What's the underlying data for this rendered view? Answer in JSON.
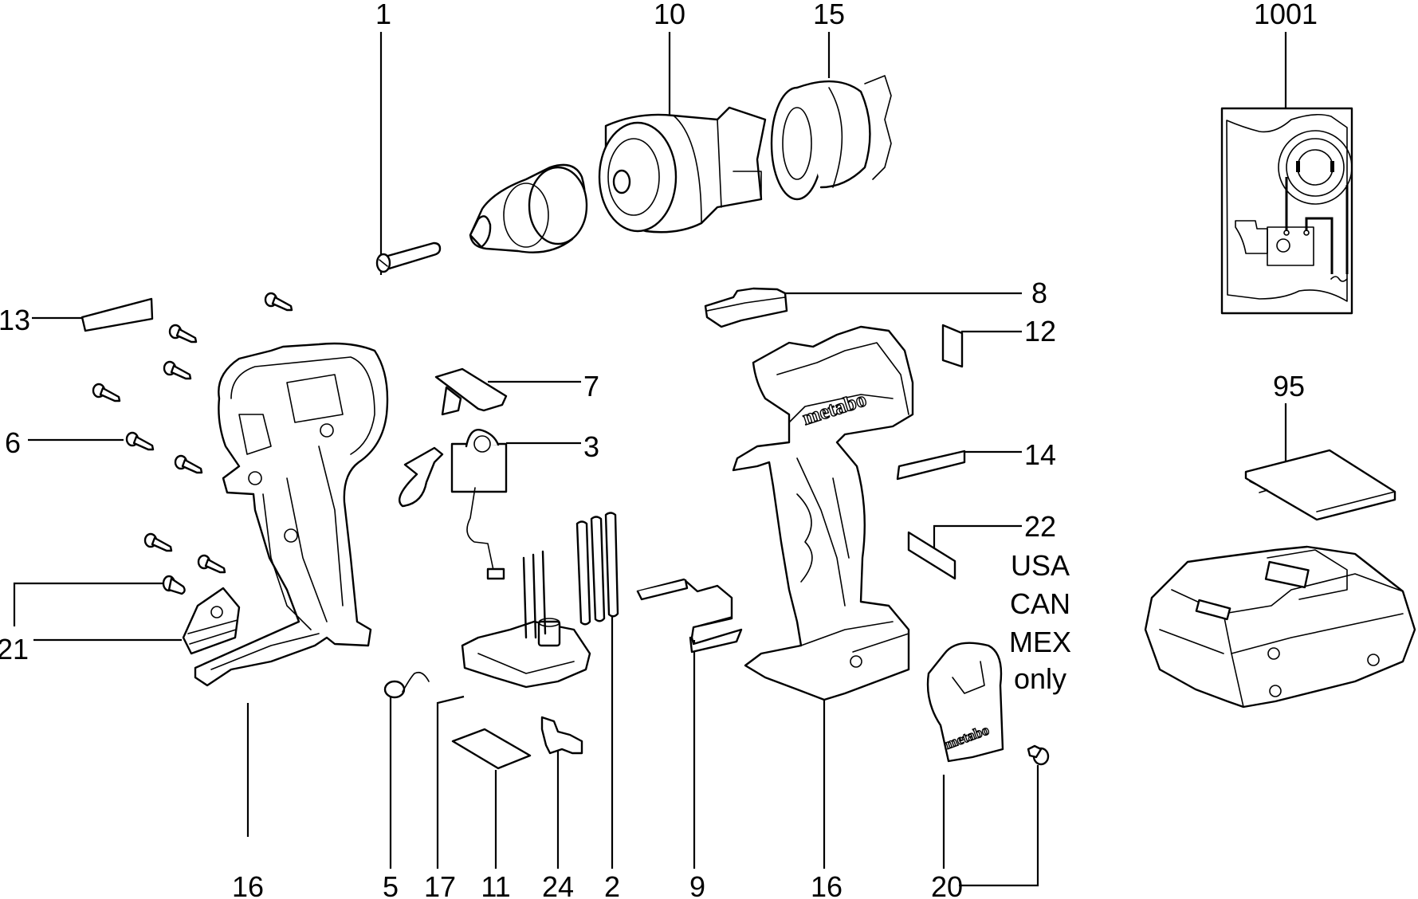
{
  "diagram": {
    "title": "Exploded parts diagram — cordless drill",
    "brand_text": "metabo",
    "region_note": [
      "USA",
      "CAN",
      "MEX",
      "only"
    ],
    "callouts": [
      {
        "id": "1",
        "part": "screw-pin"
      },
      {
        "id": "10",
        "part": "gearbox"
      },
      {
        "id": "15",
        "part": "motor"
      },
      {
        "id": "1001",
        "part": "wiring-diagram-card"
      },
      {
        "id": "13",
        "part": "label-strip"
      },
      {
        "id": "8",
        "part": "switch-slider"
      },
      {
        "id": "12",
        "part": "small-label"
      },
      {
        "id": "7",
        "part": "direction-lever"
      },
      {
        "id": "95",
        "part": "battery-cover"
      },
      {
        "id": "6",
        "part": "housing-screws"
      },
      {
        "id": "3",
        "part": "trigger-switch"
      },
      {
        "id": "14",
        "part": "label-strip"
      },
      {
        "id": "22",
        "part": "warning-label"
      },
      {
        "id": "21",
        "part": "belt-clip-screw"
      },
      {
        "id": "16",
        "part": "housing-half-left"
      },
      {
        "id": "5",
        "part": "led"
      },
      {
        "id": "17",
        "part": "electronics-module"
      },
      {
        "id": "11",
        "part": "pad"
      },
      {
        "id": "24",
        "part": "contact-holder"
      },
      {
        "id": "2",
        "part": "rods"
      },
      {
        "id": "9",
        "part": "bracket"
      },
      {
        "id": "16",
        "part": "housing-half-right"
      },
      {
        "id": "20",
        "part": "belt-hook"
      }
    ]
  }
}
